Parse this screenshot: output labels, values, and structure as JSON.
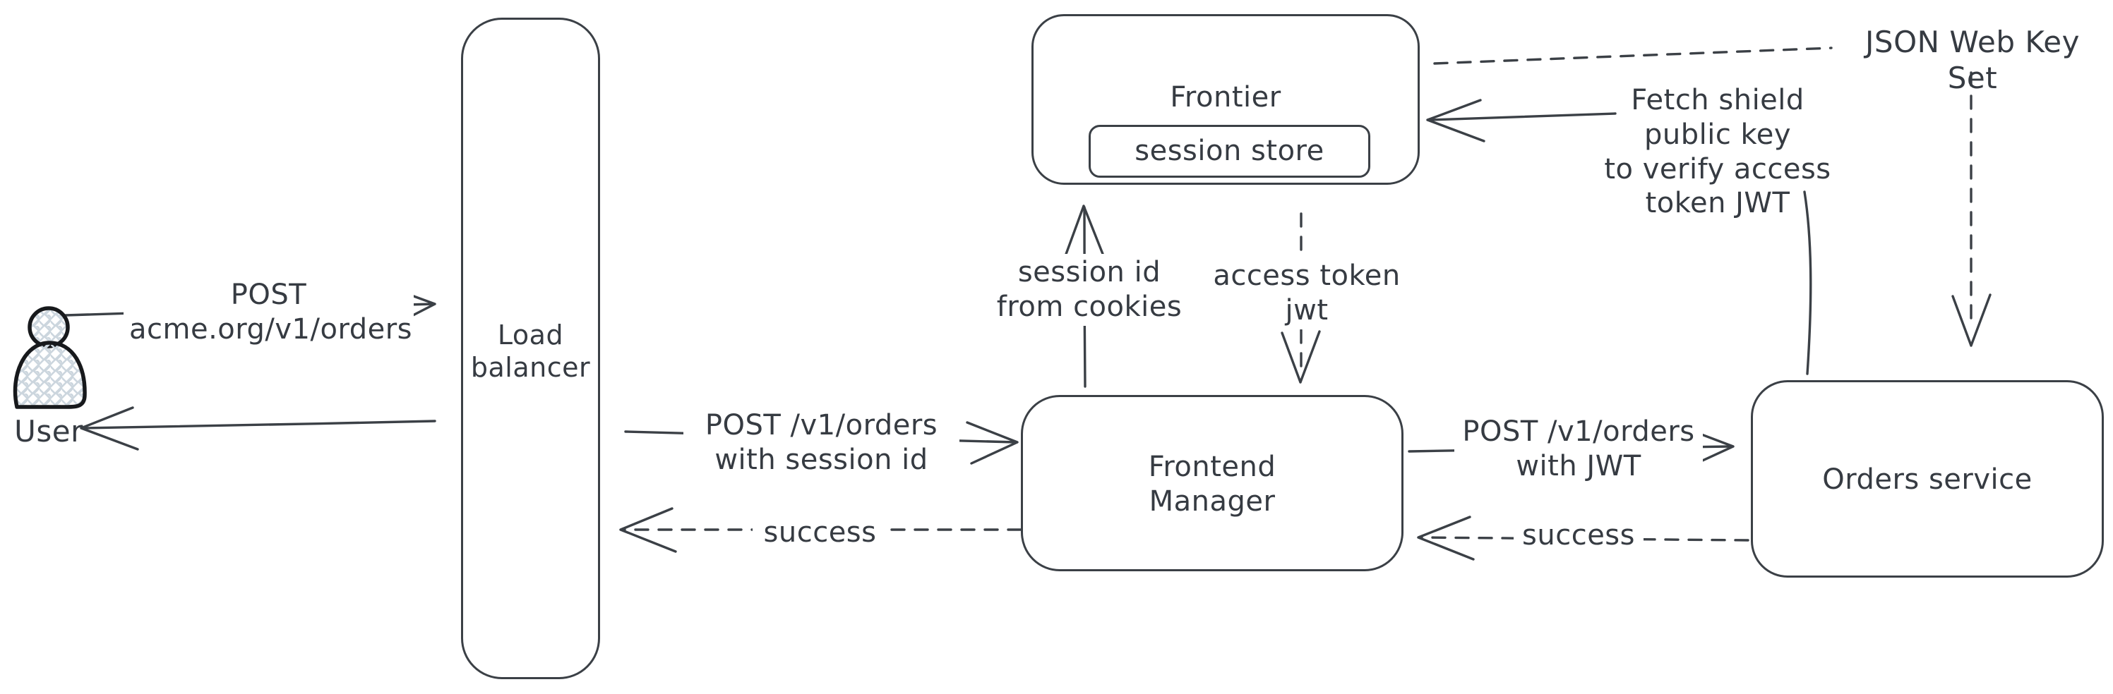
{
  "diagram_type": "hand-drawn architecture / sequence sketch",
  "colors": {
    "stroke": "#3b4046",
    "text": "#363b42",
    "canvas_bg": "#ffffff",
    "user_hatch_fill": "#ccd6de",
    "user_icon_stroke": "#17191c"
  },
  "nodes": {
    "user": {
      "label": "User",
      "shape": "person-icon"
    },
    "load_balancer": {
      "label": "Load\nbalancer",
      "shape": "tall-rounded-rect"
    },
    "frontier": {
      "label": "Frontier",
      "shape": "rounded-rect"
    },
    "session_store": {
      "label": "session store",
      "shape": "rounded-rect",
      "parent": "frontier"
    },
    "frontend_manager": {
      "label": "Frontend\nManager",
      "shape": "rounded-rect"
    },
    "orders_service": {
      "label": "Orders service",
      "shape": "rounded-rect"
    },
    "jwks": {
      "label": "JSON Web Key Set",
      "shape": "text-only"
    }
  },
  "edges": {
    "user_to_load_balancer": {
      "from": "user",
      "to": "load_balancer",
      "label": "POST\nacme.org/v1/orders",
      "line": "solid",
      "direction": "right"
    },
    "load_balancer_to_user": {
      "from": "load_balancer",
      "to": "user",
      "line": "solid",
      "direction": "left"
    },
    "load_balancer_to_frontend_manager": {
      "from": "load_balancer",
      "to": "frontend_manager",
      "label": "POST /v1/orders\nwith session id",
      "line": "solid",
      "direction": "right"
    },
    "frontend_manager_to_load_balancer": {
      "from": "frontend_manager",
      "to": "load_balancer",
      "label": "success",
      "line": "dashed",
      "direction": "left"
    },
    "frontend_manager_to_frontier": {
      "from": "frontend_manager",
      "to": "frontier",
      "label": "session id\nfrom cookies",
      "line": "solid",
      "direction": "up"
    },
    "frontier_to_frontend_manager": {
      "from": "frontier",
      "to": "frontend_manager",
      "label": "access token\njwt",
      "line": "dashed",
      "direction": "down"
    },
    "frontend_manager_to_orders_service": {
      "from": "frontend_manager",
      "to": "orders_service",
      "label": "POST /v1/orders\nwith JWT",
      "line": "solid",
      "direction": "right"
    },
    "orders_service_to_frontend_manager": {
      "from": "orders_service",
      "to": "frontend_manager",
      "label": "success",
      "line": "dashed",
      "direction": "left"
    },
    "orders_service_to_frontier": {
      "from": "orders_service",
      "to": "frontier",
      "label": "Fetch shield public key\nto verify access\ntoken JWT",
      "line": "solid",
      "direction": "left"
    },
    "frontier_to_jwks": {
      "from": "frontier",
      "to": "jwks",
      "line": "dashed",
      "direction": "right"
    },
    "jwks_to_orders_service": {
      "from": "jwks",
      "to": "orders_service",
      "line": "dashed",
      "direction": "down"
    }
  }
}
